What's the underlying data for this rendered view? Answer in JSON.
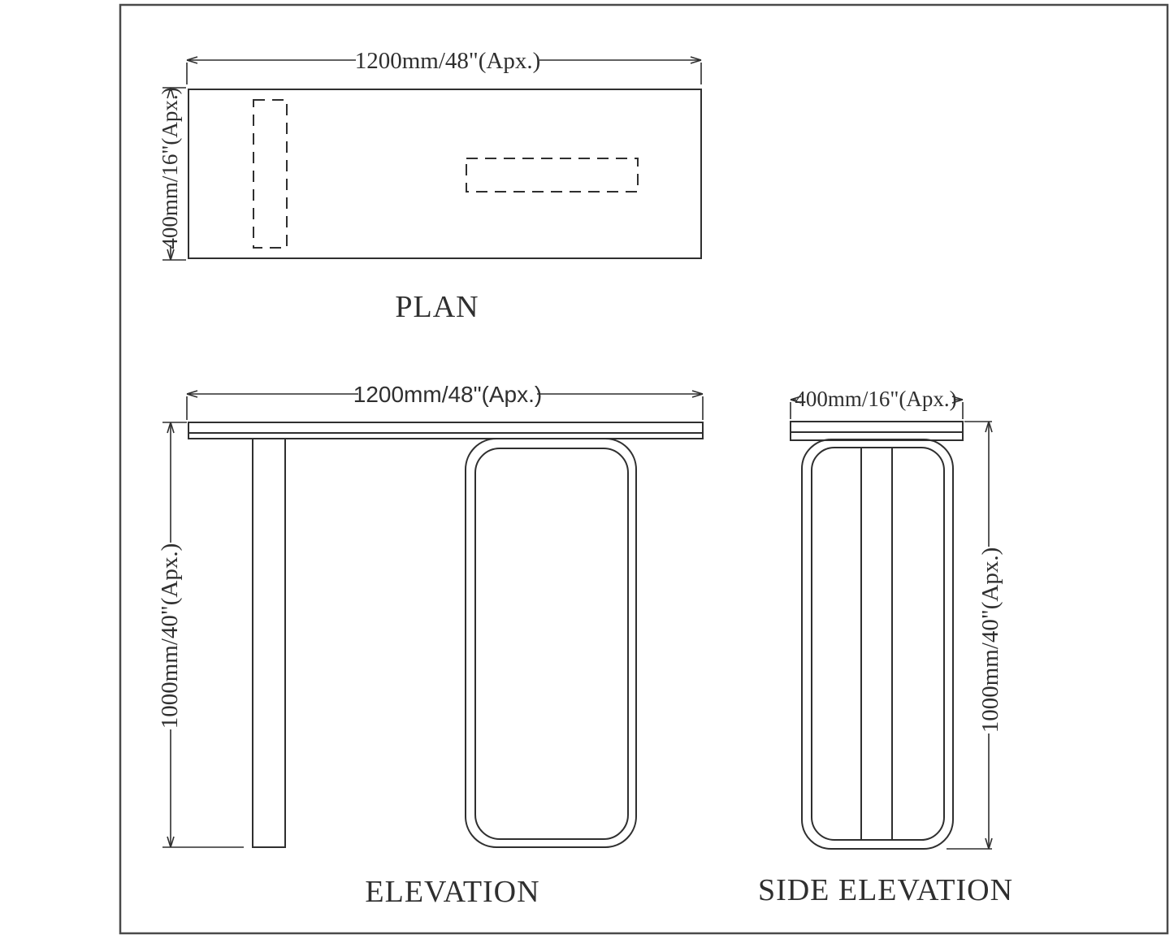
{
  "page": {
    "background": "#ffffff"
  },
  "drawing": {
    "line_color": "#2f2f2f",
    "border_color": "#4a4a4a",
    "views": {
      "plan": {
        "label": "PLAN",
        "width_dimension": "1200mm/48\"(Apx.)",
        "depth_dimension": "400mm/16\"(Apx.)"
      },
      "elevation": {
        "label": "ELEVATION",
        "width_dimension": "1200mm/48\"(Apx.)",
        "height_dimension": "1000mm/40\"(Apx.)"
      },
      "side_elevation": {
        "label": "SIDE ELEVATION",
        "width_dimension": "400mm/16\"(Apx.)",
        "height_dimension": "1000mm/40\"(Apx.)"
      }
    }
  }
}
